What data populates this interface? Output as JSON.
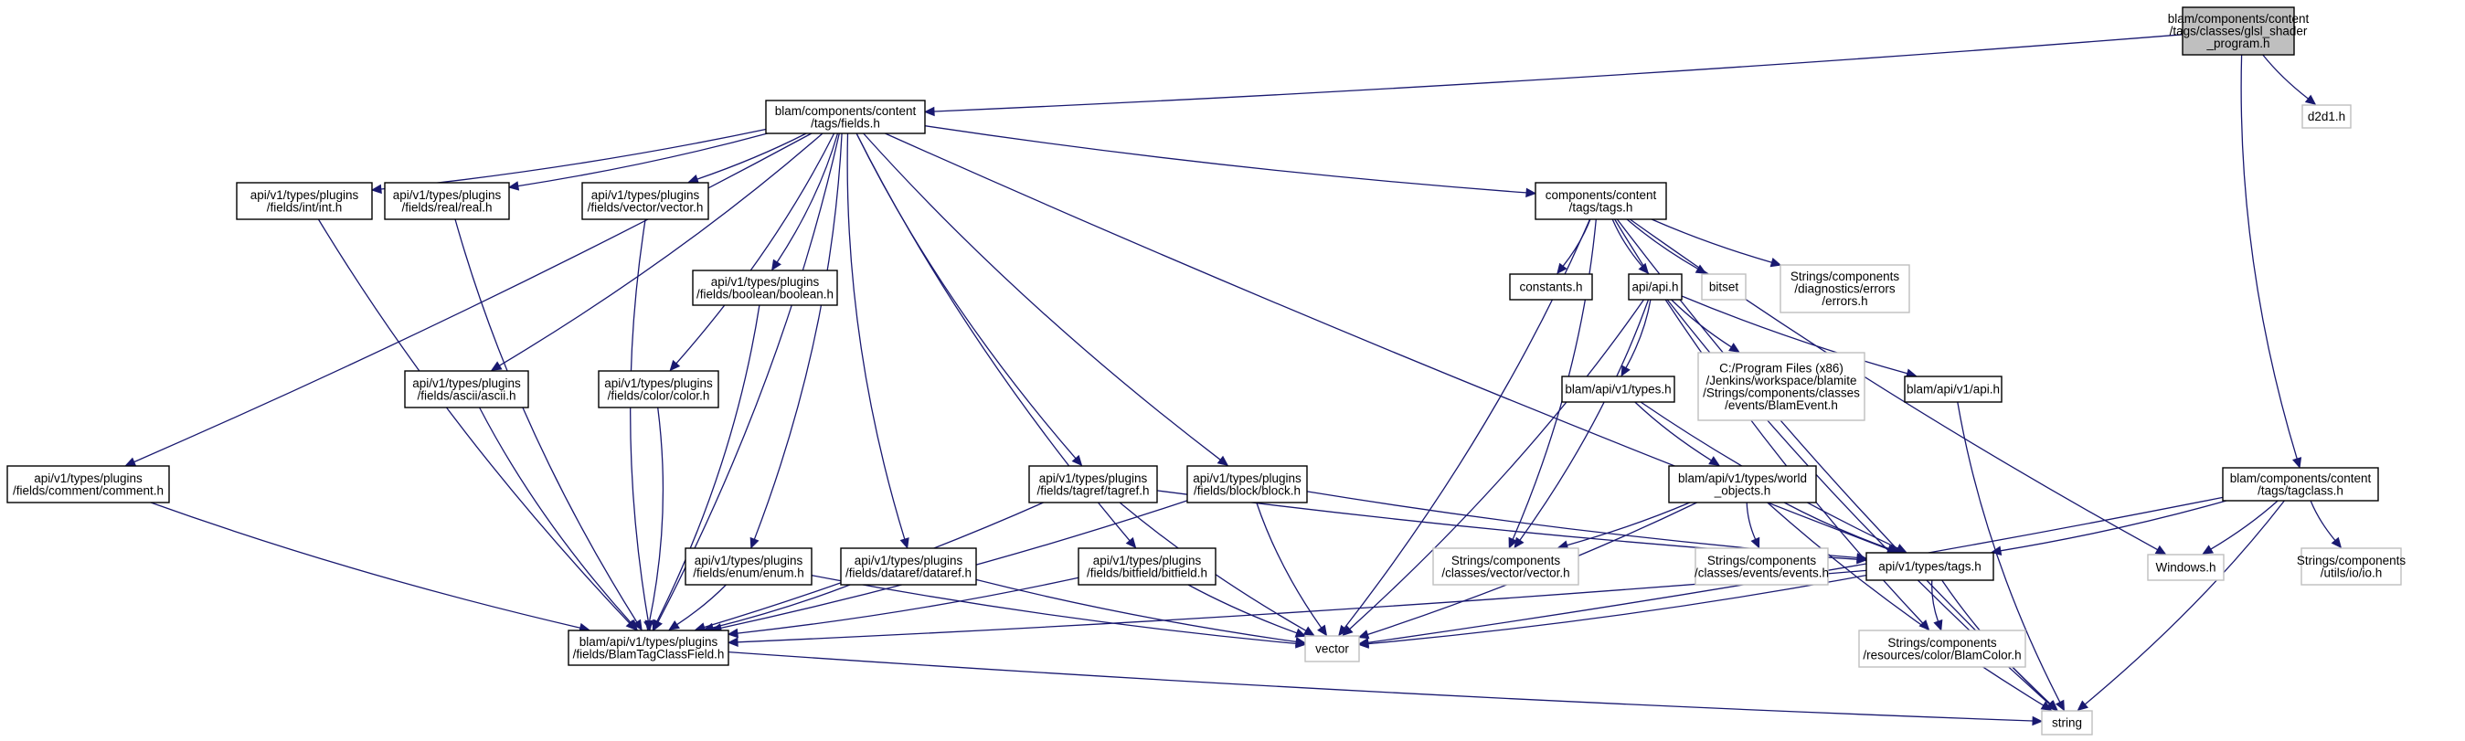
{
  "colors": {
    "edge": "#191970",
    "root_fill": "#bfbfbf",
    "node_border": "#000000",
    "external_border": "#bfbfbf",
    "node_fill": "#ffffff"
  },
  "nodes": [
    {
      "id": "root",
      "kind": "root",
      "lines": [
        "blam/components/content",
        "/tags/classes/glsl_shader",
        "_program.h"
      ]
    },
    {
      "id": "fields",
      "kind": "normal",
      "lines": [
        "blam/components/content",
        "/tags/fields.h"
      ]
    },
    {
      "id": "d2d1",
      "kind": "external",
      "lines": [
        "d2d1.h"
      ]
    },
    {
      "id": "tagclass",
      "kind": "normal",
      "lines": [
        "blam/components/content",
        "/tags/tagclass.h"
      ]
    },
    {
      "id": "int",
      "kind": "normal",
      "lines": [
        "api/v1/types/plugins",
        "/fields/int/int.h"
      ]
    },
    {
      "id": "real",
      "kind": "normal",
      "lines": [
        "api/v1/types/plugins",
        "/fields/real/real.h"
      ]
    },
    {
      "id": "vectorh",
      "kind": "normal",
      "lines": [
        "api/v1/types/plugins",
        "/fields/vector/vector.h"
      ]
    },
    {
      "id": "tagsh",
      "kind": "normal",
      "lines": [
        "components/content",
        "/tags/tags.h"
      ]
    },
    {
      "id": "boolean",
      "kind": "normal",
      "lines": [
        "api/v1/types/plugins",
        "/fields/boolean/boolean.h"
      ]
    },
    {
      "id": "constants",
      "kind": "normal",
      "lines": [
        "constants.h"
      ]
    },
    {
      "id": "apih",
      "kind": "normal",
      "lines": [
        "api/api.h"
      ]
    },
    {
      "id": "bitset",
      "kind": "external",
      "lines": [
        "bitset"
      ]
    },
    {
      "id": "errors",
      "kind": "external",
      "lines": [
        "Strings/components",
        "/diagnostics/errors",
        "/errors.h"
      ]
    },
    {
      "id": "ascii",
      "kind": "normal",
      "lines": [
        "api/v1/types/plugins",
        "/fields/ascii/ascii.h"
      ]
    },
    {
      "id": "color",
      "kind": "normal",
      "lines": [
        "api/v1/types/plugins",
        "/fields/color/color.h"
      ]
    },
    {
      "id": "blamevent",
      "kind": "external",
      "lines": [
        "C:/Program Files (x86)",
        "/Jenkins/workspace/blamite",
        "/Strings/components/classes",
        "/events/BlamEvent.h"
      ]
    },
    {
      "id": "typesh",
      "kind": "normal",
      "lines": [
        "blam/api/v1/types.h"
      ]
    },
    {
      "id": "apiv1",
      "kind": "normal",
      "lines": [
        "blam/api/v1/api.h"
      ]
    },
    {
      "id": "comment",
      "kind": "normal",
      "lines": [
        "api/v1/types/plugins",
        "/fields/comment/comment.h"
      ]
    },
    {
      "id": "tagref",
      "kind": "normal",
      "lines": [
        "api/v1/types/plugins",
        "/fields/tagref/tagref.h"
      ]
    },
    {
      "id": "block",
      "kind": "normal",
      "lines": [
        "api/v1/types/plugins",
        "/fields/block/block.h"
      ]
    },
    {
      "id": "worldobj",
      "kind": "normal",
      "lines": [
        "blam/api/v1/types/world",
        "_objects.h"
      ]
    },
    {
      "id": "enumh",
      "kind": "normal",
      "lines": [
        "api/v1/types/plugins",
        "/fields/enum/enum.h"
      ]
    },
    {
      "id": "dataref",
      "kind": "normal",
      "lines": [
        "api/v1/types/plugins",
        "/fields/dataref/dataref.h"
      ]
    },
    {
      "id": "bitfield",
      "kind": "normal",
      "lines": [
        "api/v1/types/plugins",
        "/fields/bitfield/bitfield.h"
      ]
    },
    {
      "id": "vectorvec",
      "kind": "external",
      "lines": [
        "Strings/components",
        "/classes/vector/vector.h"
      ]
    },
    {
      "id": "events",
      "kind": "external",
      "lines": [
        "Strings/components",
        "/classes/events/events.h"
      ]
    },
    {
      "id": "apitags",
      "kind": "normal",
      "lines": [
        "api/v1/types/tags.h"
      ]
    },
    {
      "id": "windows",
      "kind": "external",
      "lines": [
        "Windows.h"
      ]
    },
    {
      "id": "ioh",
      "kind": "external",
      "lines": [
        "Strings/components",
        "/utils/io/io.h"
      ]
    },
    {
      "id": "btcf",
      "kind": "normal",
      "lines": [
        "blam/api/v1/types/plugins",
        "/fields/BlamTagClassField.h"
      ]
    },
    {
      "id": "vector",
      "kind": "external",
      "lines": [
        "vector"
      ]
    },
    {
      "id": "blamcolor",
      "kind": "external",
      "lines": [
        "Strings/components",
        "/resources/color/BlamColor.h"
      ]
    },
    {
      "id": "string",
      "kind": "external",
      "lines": [
        "string"
      ]
    }
  ],
  "edges": [
    [
      "root",
      "fields"
    ],
    [
      "root",
      "d2d1"
    ],
    [
      "root",
      "tagclass"
    ],
    [
      "fields",
      "int"
    ],
    [
      "fields",
      "real"
    ],
    [
      "fields",
      "vectorh"
    ],
    [
      "fields",
      "tagsh"
    ],
    [
      "fields",
      "boolean"
    ],
    [
      "fields",
      "ascii"
    ],
    [
      "fields",
      "color"
    ],
    [
      "fields",
      "comment"
    ],
    [
      "fields",
      "tagref"
    ],
    [
      "fields",
      "block"
    ],
    [
      "fields",
      "enumh"
    ],
    [
      "fields",
      "dataref"
    ],
    [
      "fields",
      "bitfield"
    ],
    [
      "fields",
      "btcf"
    ],
    [
      "fields",
      "apitags"
    ],
    [
      "int",
      "btcf"
    ],
    [
      "real",
      "btcf"
    ],
    [
      "vectorh",
      "btcf"
    ],
    [
      "boolean",
      "btcf"
    ],
    [
      "ascii",
      "btcf"
    ],
    [
      "color",
      "btcf"
    ],
    [
      "comment",
      "btcf"
    ],
    [
      "tagref",
      "btcf"
    ],
    [
      "tagref",
      "vector"
    ],
    [
      "tagref",
      "apitags"
    ],
    [
      "block",
      "btcf"
    ],
    [
      "block",
      "vector"
    ],
    [
      "block",
      "apitags"
    ],
    [
      "enumh",
      "btcf"
    ],
    [
      "enumh",
      "vector"
    ],
    [
      "dataref",
      "btcf"
    ],
    [
      "dataref",
      "vector"
    ],
    [
      "bitfield",
      "btcf"
    ],
    [
      "bitfield",
      "vector"
    ],
    [
      "btcf",
      "string"
    ],
    [
      "tagsh",
      "constants"
    ],
    [
      "tagsh",
      "apih"
    ],
    [
      "tagsh",
      "bitset"
    ],
    [
      "tagsh",
      "errors"
    ],
    [
      "tagsh",
      "vectorvec"
    ],
    [
      "tagsh",
      "vector"
    ],
    [
      "tagsh",
      "string"
    ],
    [
      "tagsh",
      "windows"
    ],
    [
      "tagsh",
      "blamcolor"
    ],
    [
      "apih",
      "blamevent"
    ],
    [
      "apih",
      "typesh"
    ],
    [
      "apih",
      "apiv1"
    ],
    [
      "apih",
      "vectorvec"
    ],
    [
      "apih",
      "vector"
    ],
    [
      "apih",
      "string"
    ],
    [
      "typesh",
      "worldobj"
    ],
    [
      "typesh",
      "apitags"
    ],
    [
      "apiv1",
      "string"
    ],
    [
      "worldobj",
      "vectorvec"
    ],
    [
      "worldobj",
      "events"
    ],
    [
      "worldobj",
      "apitags"
    ],
    [
      "worldobj",
      "vector"
    ],
    [
      "worldobj",
      "string"
    ],
    [
      "apitags",
      "btcf"
    ],
    [
      "apitags",
      "vector"
    ],
    [
      "apitags",
      "blamcolor"
    ],
    [
      "apitags",
      "string"
    ],
    [
      "tagclass",
      "apitags"
    ],
    [
      "tagclass",
      "windows"
    ],
    [
      "tagclass",
      "ioh"
    ],
    [
      "tagclass",
      "vector"
    ],
    [
      "tagclass",
      "string"
    ]
  ]
}
